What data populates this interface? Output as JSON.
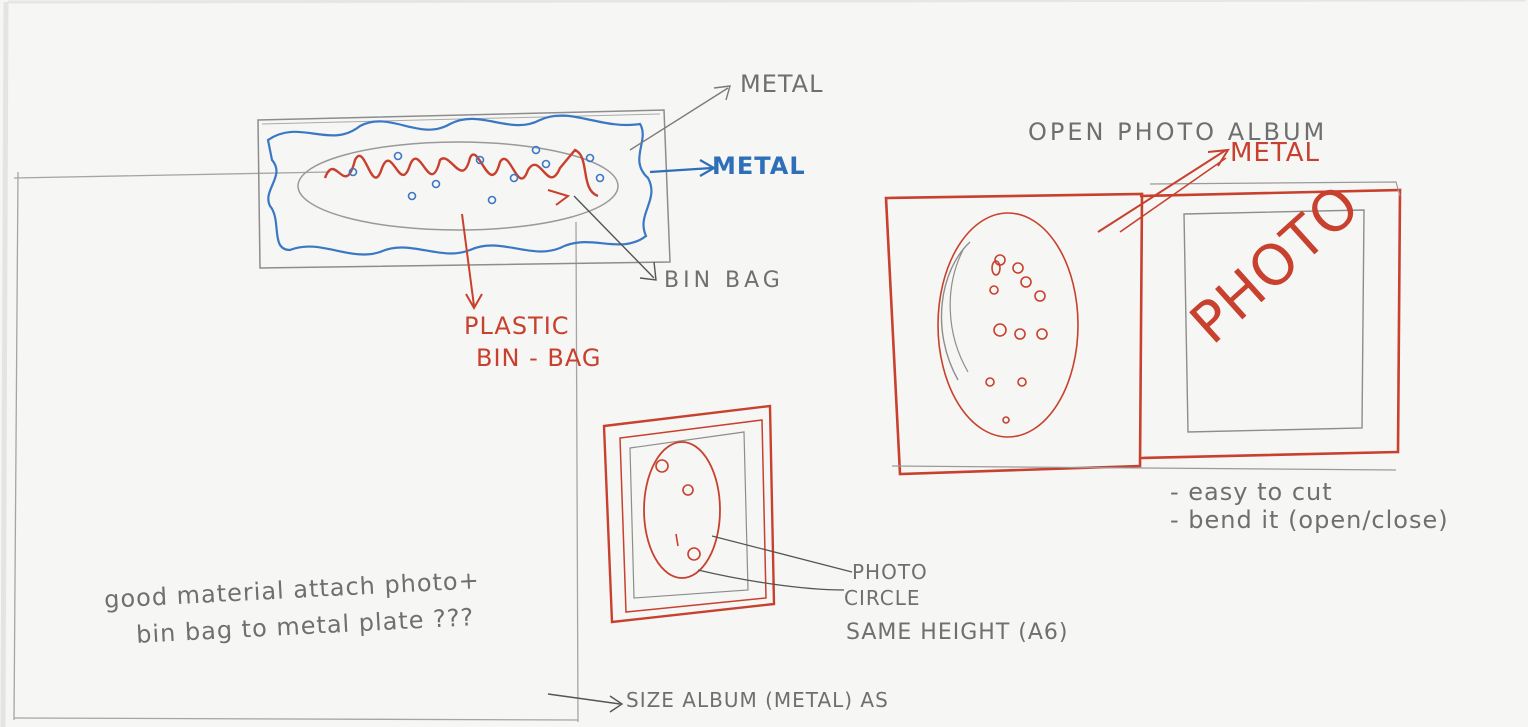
{
  "sketch": {
    "labels": {
      "metal_top": "METAL",
      "metal_blue": "METAL",
      "bin_bag": "BIN BAG",
      "plastic_line1": "PLASTIC",
      "plastic_line2": "BIN - BAG",
      "open_album": "OPEN PHOTO ALBUM",
      "metal_red": "METAL",
      "photo_word": "PHOTO",
      "note_cut": "- easy to cut",
      "note_bend": "- bend it (open/close)",
      "photo_label": "PHOTO",
      "circle_label": "CIRCLE",
      "same_height": "SAME HEIGHT (A6)",
      "good_line1": "good material attach photo+",
      "good_line2": "bin bag to metal plate ???",
      "size_album": "SIZE ALBUM (METAL) AS"
    },
    "colors": {
      "paper": "#f6f6f4",
      "pencil": "#8a8a8a",
      "red_pencil": "#c8402e",
      "blue_pencil": "#2d6fb8"
    }
  }
}
